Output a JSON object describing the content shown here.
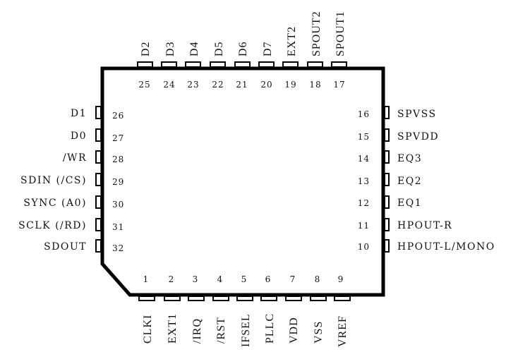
{
  "diagram": {
    "type": "ic-pinout",
    "package": "32-pin chip package, chamfered corner at pin 1",
    "colors": {
      "outline": "#000000",
      "text": "#111111",
      "background": "#ffffff"
    }
  },
  "pins": {
    "top": [
      {
        "num": "25",
        "label": "D2"
      },
      {
        "num": "24",
        "label": "D3"
      },
      {
        "num": "23",
        "label": "D4"
      },
      {
        "num": "22",
        "label": "D5"
      },
      {
        "num": "21",
        "label": "D6"
      },
      {
        "num": "20",
        "label": "D7"
      },
      {
        "num": "19",
        "label": "EXT2"
      },
      {
        "num": "18",
        "label": "SPOUT2"
      },
      {
        "num": "17",
        "label": "SPOUT1"
      }
    ],
    "left": [
      {
        "num": "26",
        "label": "D1"
      },
      {
        "num": "27",
        "label": "D0"
      },
      {
        "num": "28",
        "label": "/WR"
      },
      {
        "num": "29",
        "label": "SDIN (/CS)"
      },
      {
        "num": "30",
        "label": "SYNC (A0)"
      },
      {
        "num": "31",
        "label": "SCLK (/RD)"
      },
      {
        "num": "32",
        "label": "SDOUT"
      }
    ],
    "right": [
      {
        "num": "16",
        "label": "SPVSS"
      },
      {
        "num": "15",
        "label": "SPVDD"
      },
      {
        "num": "14",
        "label": "EQ3"
      },
      {
        "num": "13",
        "label": "EQ2"
      },
      {
        "num": "12",
        "label": "EQ1"
      },
      {
        "num": "11",
        "label": "HPOUT-R"
      },
      {
        "num": "10",
        "label": "HPOUT-L/MONO"
      }
    ],
    "bottom": [
      {
        "num": "1",
        "label": "CLKI"
      },
      {
        "num": "2",
        "label": "EXT1"
      },
      {
        "num": "3",
        "label": "/IRQ"
      },
      {
        "num": "4",
        "label": "/RST"
      },
      {
        "num": "5",
        "label": "IFSEL"
      },
      {
        "num": "6",
        "label": "PLLC"
      },
      {
        "num": "7",
        "label": "VDD"
      },
      {
        "num": "8",
        "label": "VSS"
      },
      {
        "num": "9",
        "label": "VREF"
      }
    ]
  }
}
